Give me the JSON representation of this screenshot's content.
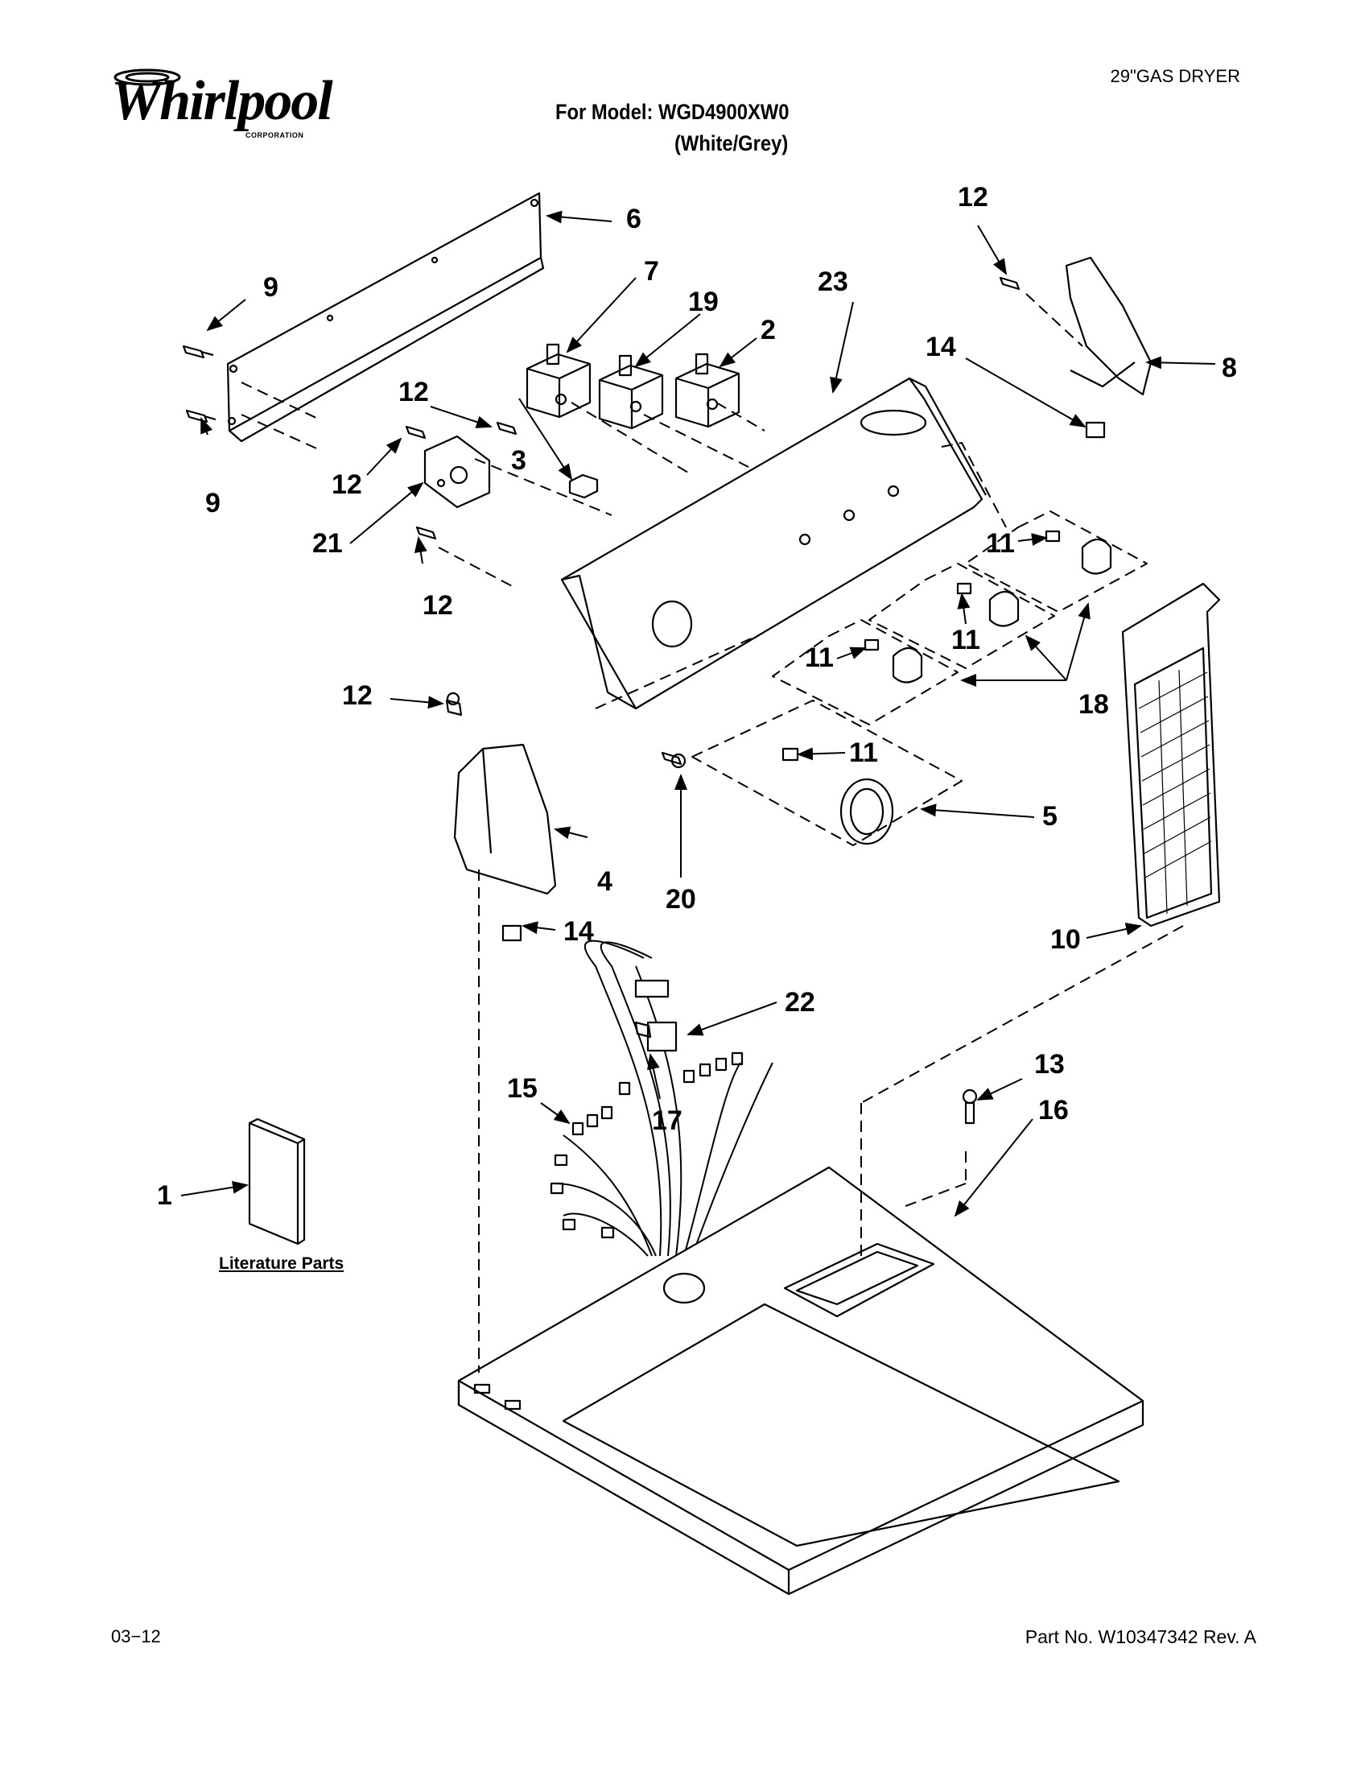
{
  "header": {
    "brand": "Whirlpool",
    "brand_sub": "CORPORATION",
    "doc_type": "29\"GAS DRYER",
    "model_line": "For Model: WGD4900XW0",
    "color_line": "(White/Grey)"
  },
  "callouts": [
    {
      "id": "c6",
      "text": "6"
    },
    {
      "id": "c9a",
      "text": "9"
    },
    {
      "id": "c9b",
      "text": "9"
    },
    {
      "id": "c7",
      "text": "7"
    },
    {
      "id": "c19",
      "text": "19"
    },
    {
      "id": "c2",
      "text": "2"
    },
    {
      "id": "c23",
      "text": "23"
    },
    {
      "id": "c12a",
      "text": "12"
    },
    {
      "id": "c14a",
      "text": "14"
    },
    {
      "id": "c8",
      "text": "8"
    },
    {
      "id": "c12b",
      "text": "12"
    },
    {
      "id": "c12c",
      "text": "12"
    },
    {
      "id": "c3",
      "text": "3"
    },
    {
      "id": "c21",
      "text": "21"
    },
    {
      "id": "c12d",
      "text": "12"
    },
    {
      "id": "c11a",
      "text": "11"
    },
    {
      "id": "c11b",
      "text": "11"
    },
    {
      "id": "c11c",
      "text": "11"
    },
    {
      "id": "c11d",
      "text": "11"
    },
    {
      "id": "c18",
      "text": "18"
    },
    {
      "id": "c12e",
      "text": "12"
    },
    {
      "id": "c5",
      "text": "5"
    },
    {
      "id": "c20",
      "text": "20"
    },
    {
      "id": "c4",
      "text": "4"
    },
    {
      "id": "c10",
      "text": "10"
    },
    {
      "id": "c14b",
      "text": "14"
    },
    {
      "id": "c22",
      "text": "22"
    },
    {
      "id": "c15",
      "text": "15"
    },
    {
      "id": "c17",
      "text": "17"
    },
    {
      "id": "c13",
      "text": "13"
    },
    {
      "id": "c16",
      "text": "16"
    },
    {
      "id": "c1",
      "text": "1"
    }
  ],
  "literature_label": "Literature Parts",
  "footer": {
    "date": "03−12",
    "part_number": "Part No. W10347342 Rev. A"
  }
}
